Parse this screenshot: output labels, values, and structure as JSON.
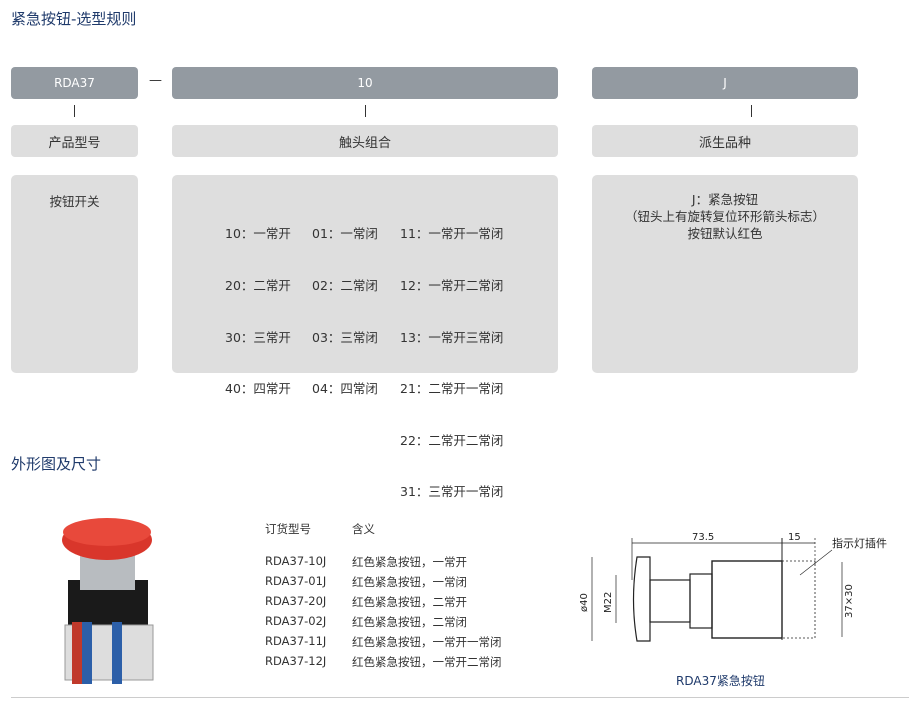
{
  "section1_title": "紧急按钮-选型规则",
  "code": {
    "part1": "RDA37",
    "separator": "—",
    "part2": "10",
    "part3": "J"
  },
  "labels": {
    "part1": "产品型号",
    "part2": "触头组合",
    "part3": "派生品种"
  },
  "details": {
    "part1": "按钮开关",
    "part2_cols": [
      [
        "10：一常开",
        "20：二常开",
        "30：三常开",
        "40：四常开"
      ],
      [
        "01：一常闭",
        "02：二常闭",
        "03：三常闭",
        "04：四常闭"
      ],
      [
        "11：一常开一常闭",
        "12：一常开二常闭",
        "13：一常开三常闭",
        "21：二常开一常闭",
        "22：二常开二常闭",
        "31：三常开一常闭"
      ]
    ],
    "part3": [
      "J：紧急按钮",
      "（钮头上有旋转复位环形箭头标志）",
      "按钮默认红色"
    ]
  },
  "section2_title": "外形图及尺寸",
  "order_table": {
    "headers": [
      "订货型号",
      "含义"
    ],
    "rows": [
      [
        "RDA37-10J",
        "红色紧急按钮，一常开"
      ],
      [
        "RDA37-01J",
        "红色紧急按钮，一常闭"
      ],
      [
        "RDA37-20J",
        "红色紧急按钮，二常开"
      ],
      [
        "RDA37-02J",
        "红色紧急按钮，二常闭"
      ],
      [
        "RDA37-11J",
        "红色紧急按钮，一常开一常闭"
      ],
      [
        "RDA37-12J",
        "红色紧急按钮，一常开二常闭"
      ]
    ]
  },
  "drawing": {
    "dim_length": "73.5",
    "dim_plug": "15",
    "callout": "指示灯插件",
    "dim_dia": "ø40",
    "dim_thread": "M22",
    "dim_body": "37×30",
    "caption": "RDA37紧急按钮"
  }
}
